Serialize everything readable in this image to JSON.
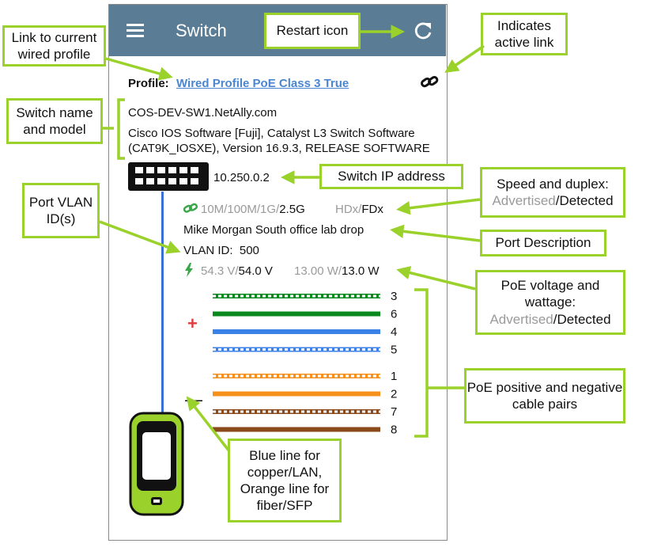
{
  "app": {
    "title": "Switch",
    "menu_icon": "hamburger-menu-icon",
    "restart_icon": "refresh-icon"
  },
  "profile": {
    "label": "Profile:",
    "name": "Wired Profile PoE Class 3 True"
  },
  "switch": {
    "name": "COS-DEV-SW1.NetAlly.com",
    "model_line1": "Cisco IOS Software [Fuji], Catalyst L3 Switch Software",
    "model_line2": "(CAT9K_IOSXE), Version 16.9.3, RELEASE SOFTWARE",
    "ip": "10.250.0.2"
  },
  "link": {
    "speeds_advertised": "10M/100M/1G/",
    "speed_detected": "2.5G",
    "duplex_advertised": "HDx/",
    "duplex_detected": "FDx"
  },
  "port": {
    "description": "Mike Morgan South office lab drop",
    "vlan_label": "VLAN ID:",
    "vlan_value": "500"
  },
  "poe": {
    "voltage_advertised": "54.3 V/",
    "voltage_detected": "54.0 V",
    "wattage_advertised": "13.00 W/",
    "wattage_detected": "13.0 W",
    "positive_symbol": "+",
    "negative_symbol": "—"
  },
  "pairs": {
    "positive": [
      {
        "num": "3",
        "color": "#0a8a1e",
        "striped": true
      },
      {
        "num": "6",
        "color": "#0a8a1e",
        "striped": false
      },
      {
        "num": "4",
        "color": "#3b82e8",
        "striped": false
      },
      {
        "num": "5",
        "color": "#3b82e8",
        "striped": true
      }
    ],
    "negative": [
      {
        "num": "1",
        "color": "#f5901c",
        "striped": true
      },
      {
        "num": "2",
        "color": "#f5901c",
        "striped": false
      },
      {
        "num": "7",
        "color": "#8b4a1c",
        "striped": true
      },
      {
        "num": "8",
        "color": "#8b4a1c",
        "striped": false
      }
    ]
  },
  "callouts": {
    "link_profile": "Link to current wired profile",
    "restart_icon": "Restart icon",
    "active_link": "Indicates active link",
    "switch_name": "Switch name and model",
    "switch_ip": "Switch IP address",
    "speed_duplex": "Speed and duplex:",
    "advertised": "Advertised",
    "slash": "/",
    "detected": "Detected",
    "port_vlan": "Port VLAN ID(s)",
    "port_description": "Port Description",
    "poe_voltage": "PoE voltage and wattage:",
    "poe_pairs": "PoE positive and negative cable pairs",
    "line_color": "Blue line for copper/LAN, Orange line for fiber/SFP"
  },
  "colors": {
    "appbar": "#5a7d95",
    "callout_border": "#9ad12a",
    "link": "#4a86d0",
    "copper_line": "#3b6fd8",
    "tester_body": "#9ad12a"
  }
}
